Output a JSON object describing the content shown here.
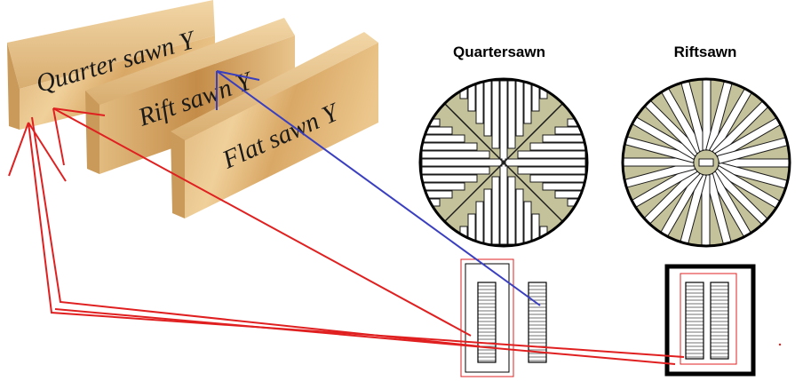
{
  "boards": {
    "quarter": "Quarter sawn Y",
    "rift": "Rift sawn Y",
    "flat": "Flat sawn Y"
  },
  "diagrams": {
    "quartersawn_title": "Quartersawn",
    "riftsawn_title": "Riftsawn"
  },
  "colors": {
    "wood_light": "#e9c58c",
    "wood_dark": "#c9964f",
    "khaki": "#c4c29a",
    "red_arrow": "#e02020",
    "blue_arrow": "#3a3fbf"
  }
}
